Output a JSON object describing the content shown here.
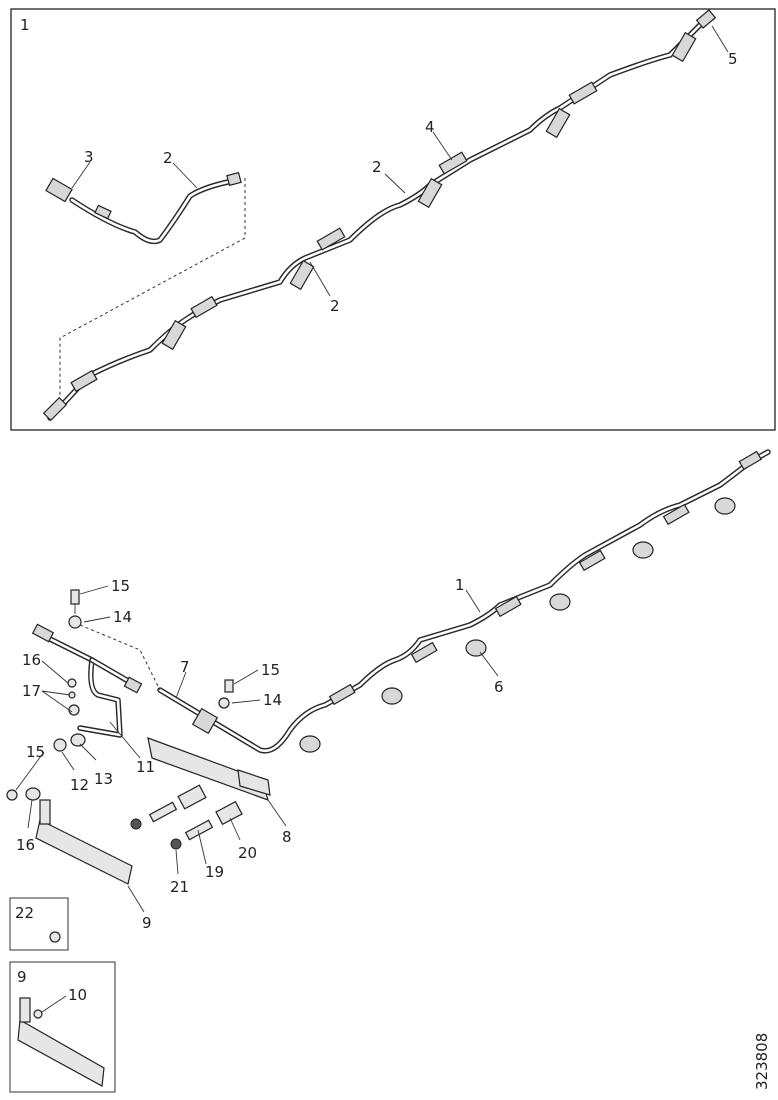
{
  "panel_top": {
    "box_label": "1",
    "callouts": [
      "2",
      "2",
      "2",
      "3",
      "4",
      "5"
    ]
  },
  "panel_main": {
    "callouts": [
      "1",
      "6",
      "7",
      "8",
      "9",
      "11",
      "12",
      "13",
      "14",
      "14",
      "15",
      "15",
      "15",
      "16",
      "16",
      "17",
      "19",
      "20",
      "21"
    ]
  },
  "inset_22": {
    "label": "22"
  },
  "inset_9": {
    "label": "9",
    "callout": "10"
  },
  "drawing_number": "323808"
}
